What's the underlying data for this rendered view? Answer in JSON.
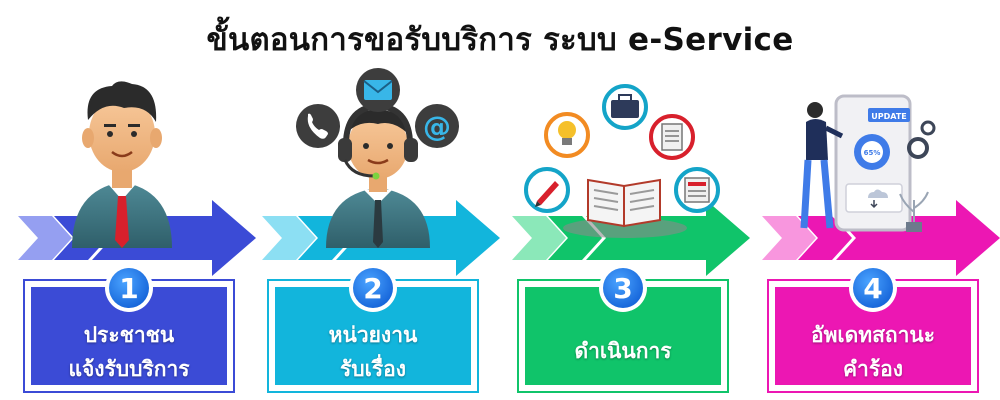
{
  "title": "ขั้นตอนการขอรับบริการ ระบบ e-Service",
  "steps": [
    {
      "number": "1",
      "line1": "ประชาชน",
      "line2": "แจ้งรับบริการ",
      "color": "#3b4bd6",
      "light": "#8a95f0",
      "dark": "#2a36a8"
    },
    {
      "number": "2",
      "line1": "หน่วยงาน",
      "line2": "รับเรื่อง",
      "color": "#12b5dc",
      "light": "#7fdcf2",
      "dark": "#0b8eb0"
    },
    {
      "number": "3",
      "line1": "ดำเนินการ",
      "line2": "",
      "color": "#10c46a",
      "light": "#7ee6b1",
      "dark": "#0a9a52"
    },
    {
      "number": "4",
      "line1": "อัพเดทสถานะ",
      "line2": "คำร้อง",
      "color": "#ec17b3",
      "light": "#f78bda",
      "dark": "#b80f8a"
    }
  ],
  "icons": {
    "phone": "phone-icon",
    "mail": "mail-icon",
    "at": "at-sign-icon",
    "lightbulb": "lightbulb-icon",
    "briefcase": "briefcase-icon",
    "notepad": "notepad-icon",
    "pencil": "pencil-icon",
    "report": "report-icon",
    "update_label": "UPDATE",
    "progress_label": "65%"
  }
}
